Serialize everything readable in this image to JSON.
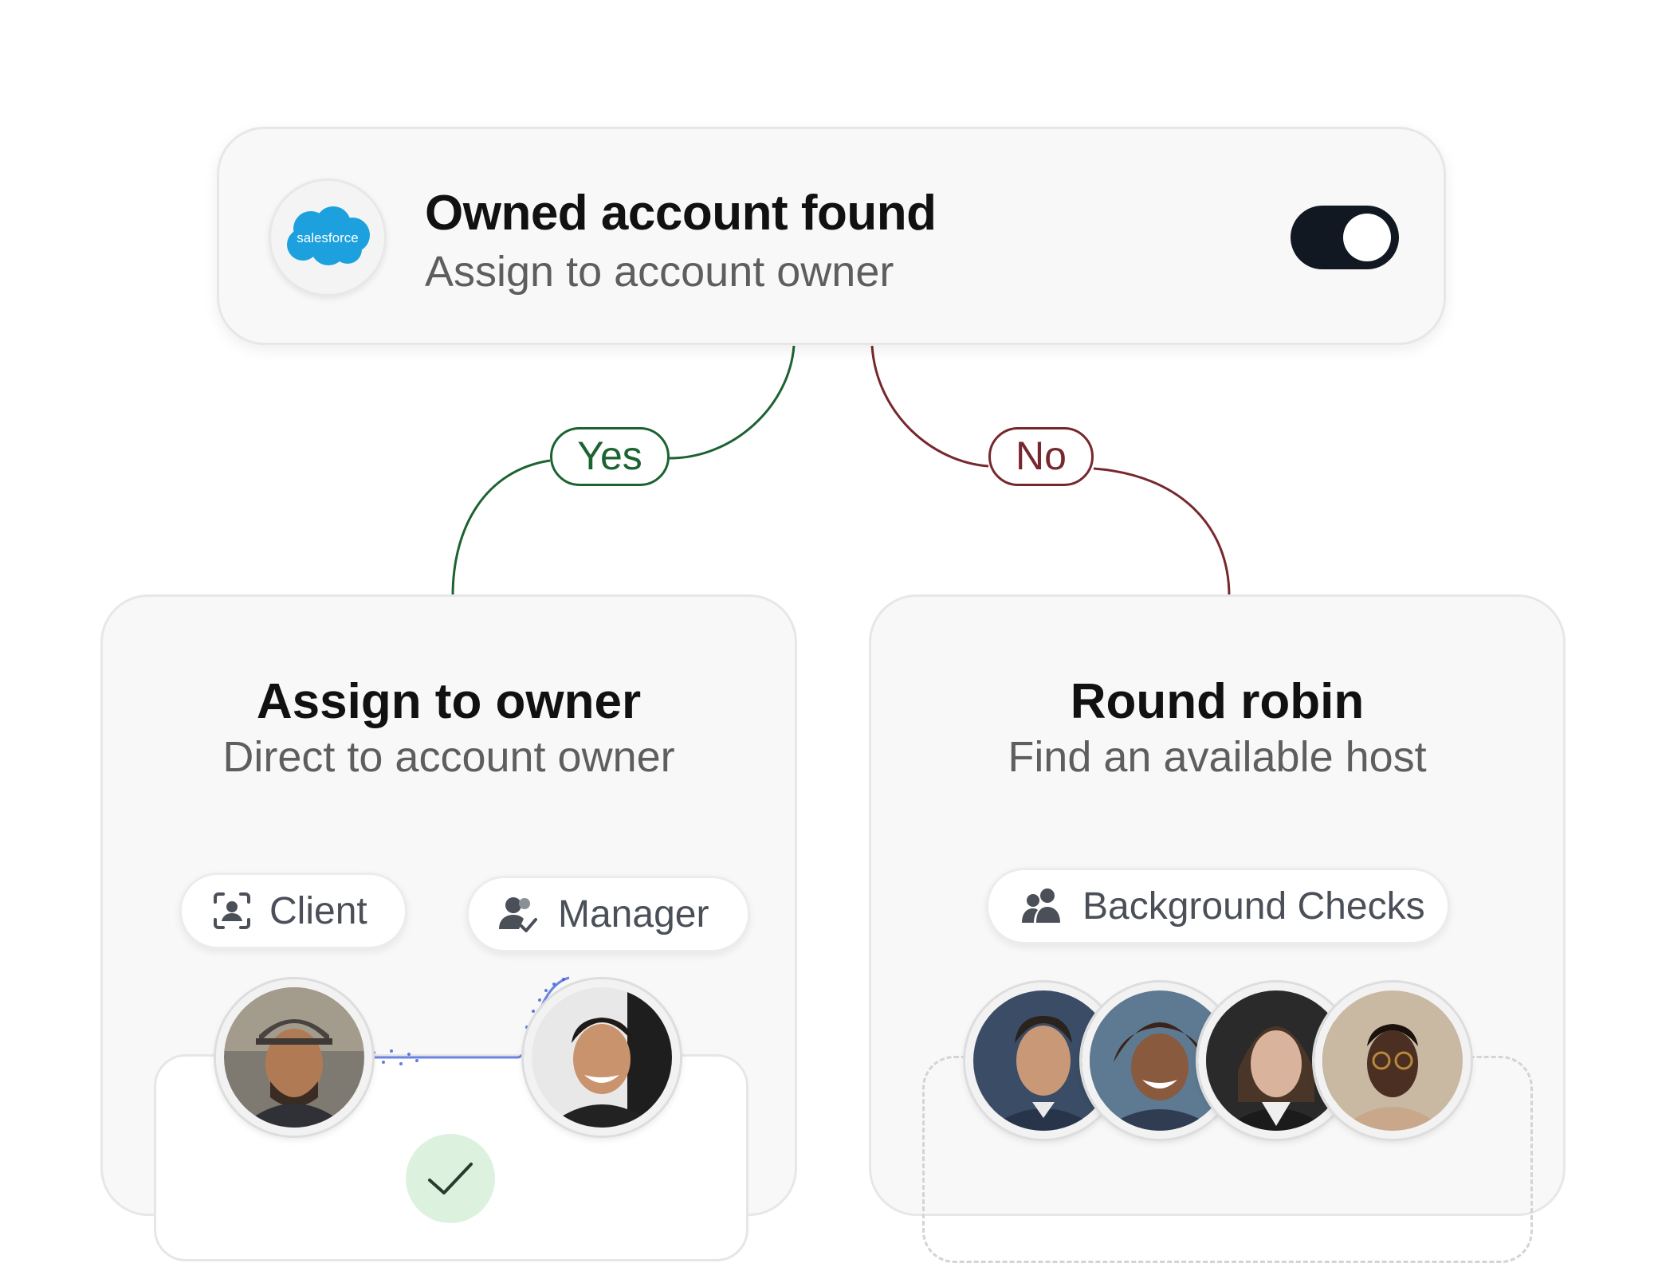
{
  "top_card": {
    "logo_text": "salesforce",
    "title": "Owned account found",
    "subtitle": "Assign to account owner",
    "toggle_on": true
  },
  "branches": {
    "yes_label": "Yes",
    "no_label": "No",
    "yes_color": "#1b6330",
    "no_color": "#76282e"
  },
  "left_card": {
    "title": "Assign to owner",
    "subtitle": "Direct to account owner",
    "tags": [
      {
        "label": "Client",
        "icon": "client-icon"
      },
      {
        "label": "Manager",
        "icon": "manager-icon"
      }
    ],
    "status_icon": "check-icon"
  },
  "right_card": {
    "title": "Round robin",
    "subtitle": "Find an available host",
    "tag": {
      "label": "Background Checks",
      "icon": "group-icon"
    }
  },
  "colors": {
    "toggle": "#111821",
    "salesforce_blue": "#1ca0de",
    "link_blue": "#3b5bdb",
    "check_green_bg": "#dcf2df"
  }
}
